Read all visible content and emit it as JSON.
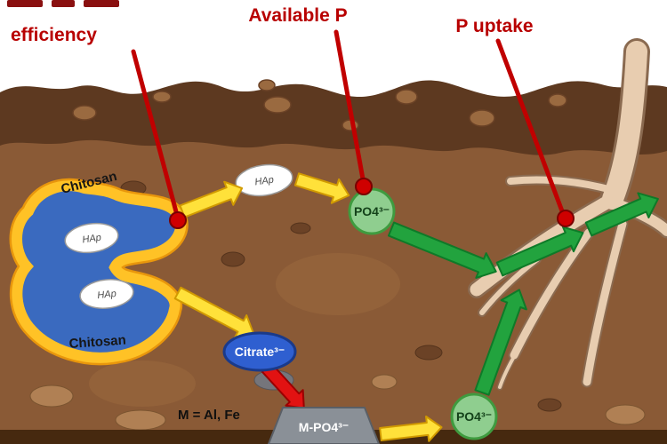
{
  "labels": {
    "efficiency": "efficiency",
    "available_p": "Available P",
    "p_uptake": "P uptake"
  },
  "diagram": {
    "chitosan_top": "Chitosan",
    "chitosan_bottom": "Chitosan",
    "hap_inner_1": "HAp",
    "hap_inner_2": "HAp",
    "hap_released": "HAp",
    "po4_available": "PO4³⁻",
    "po4_bottom": "PO4³⁻",
    "citrate": "Citrate³⁻",
    "metal_phosphate": "M-PO4³⁻",
    "metal_note": "M = Al, Fe"
  },
  "colors": {
    "label_red": "#b80000",
    "pointer_red": "#c00000",
    "soil_dark_band": "#5d3920",
    "soil_main": "#8a5a36",
    "soil_bottom": "#46290f",
    "blob_blue": "#3a6abf",
    "blob_border_yellow": "#ffc226",
    "arrow_yellow": "#ffe13a",
    "arrow_green": "#22a33e",
    "arrow_red": "#e21212",
    "po4_green": "#8fce8f",
    "citrate_blue": "#2f5fd0",
    "metal_gray": "#8a9097",
    "root_tan": "#e8cdb0"
  }
}
